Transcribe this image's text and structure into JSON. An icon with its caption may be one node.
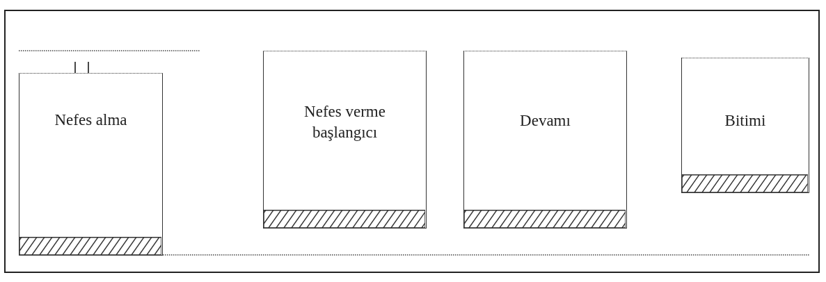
{
  "diagram": {
    "nodes": [
      {
        "text": [
          "Nefes alma"
        ]
      },
      {
        "text": [
          "Nefes verme başlangıcı"
        ]
      },
      {
        "text": [
          "Devamı"
        ]
      },
      {
        "text": [
          "Bitimi"
        ]
      }
    ]
  }
}
